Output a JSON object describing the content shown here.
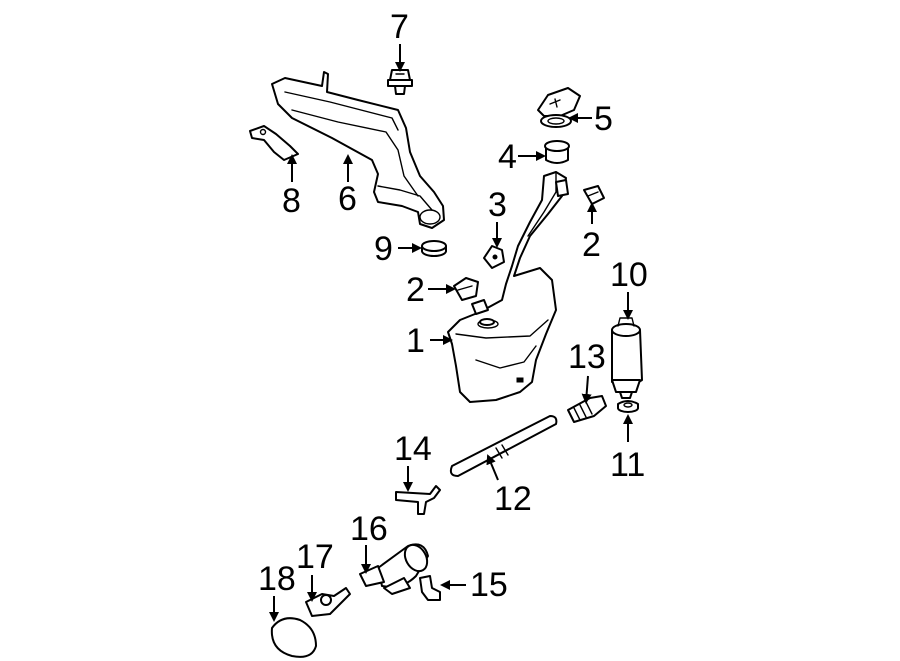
{
  "callouts": [
    {
      "id": "c1",
      "label": "1"
    },
    {
      "id": "c2a",
      "label": "2"
    },
    {
      "id": "c2b",
      "label": "2"
    },
    {
      "id": "c3",
      "label": "3"
    },
    {
      "id": "c4",
      "label": "4"
    },
    {
      "id": "c5",
      "label": "5"
    },
    {
      "id": "c6",
      "label": "6"
    },
    {
      "id": "c7",
      "label": "7"
    },
    {
      "id": "c8",
      "label": "8"
    },
    {
      "id": "c9",
      "label": "9"
    },
    {
      "id": "c10",
      "label": "10"
    },
    {
      "id": "c11",
      "label": "11"
    },
    {
      "id": "c12",
      "label": "12"
    },
    {
      "id": "c13",
      "label": "13"
    },
    {
      "id": "c14",
      "label": "14"
    },
    {
      "id": "c15",
      "label": "15"
    },
    {
      "id": "c16",
      "label": "16"
    },
    {
      "id": "c17",
      "label": "17"
    },
    {
      "id": "c18",
      "label": "18"
    }
  ]
}
